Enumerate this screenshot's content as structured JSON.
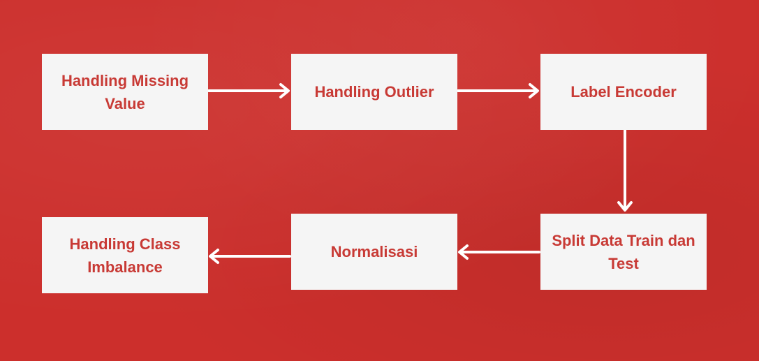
{
  "diagram": {
    "colors": {
      "background": "#cc2f2c",
      "box_fill": "#f5f5f5",
      "box_text": "#c83a35",
      "arrow": "#ffffff"
    },
    "nodes": [
      {
        "id": "handling-missing-value",
        "label": "Handling Missing Value"
      },
      {
        "id": "handling-outlier",
        "label": "Handling Outlier"
      },
      {
        "id": "label-encoder",
        "label": "Label Encoder"
      },
      {
        "id": "split-data-train-dan-test",
        "label": "Split Data Train dan Test"
      },
      {
        "id": "normalisasi",
        "label": "Normalisasi"
      },
      {
        "id": "handling-class-imbalance",
        "label": "Handling Class Imbalance"
      }
    ],
    "edges": [
      {
        "from": "handling-missing-value",
        "to": "handling-outlier"
      },
      {
        "from": "handling-outlier",
        "to": "label-encoder"
      },
      {
        "from": "label-encoder",
        "to": "split-data-train-dan-test"
      },
      {
        "from": "split-data-train-dan-test",
        "to": "normalisasi"
      },
      {
        "from": "normalisasi",
        "to": "handling-class-imbalance"
      }
    ]
  }
}
